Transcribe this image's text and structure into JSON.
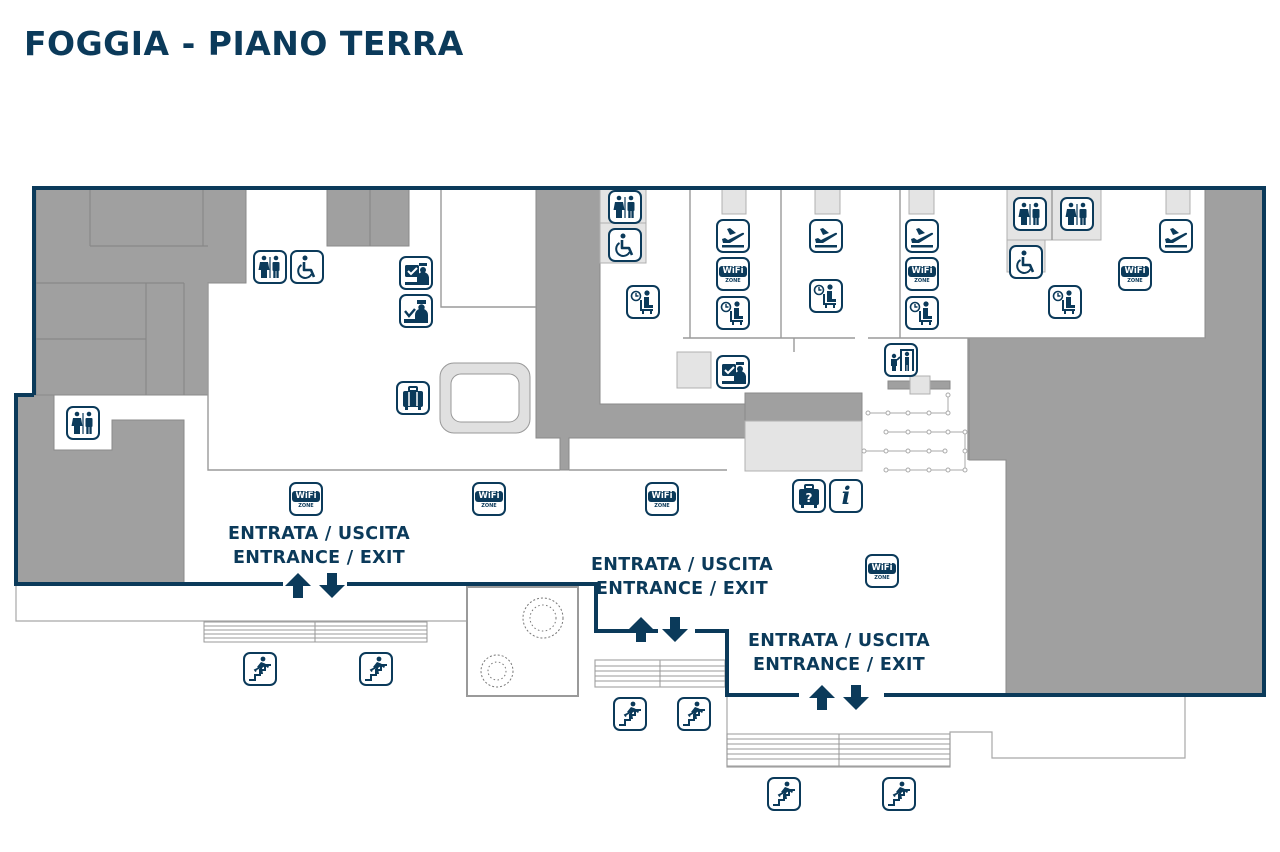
{
  "title": "FOGGIA - PIANO TERRA",
  "colors": {
    "navy": "#0b3a5a",
    "wall": "#a0a0a0",
    "light": "#e4e4e4"
  },
  "labels": {
    "left_it": "ENTRATA / USCITA",
    "left_en": "ENTRANCE / EXIT",
    "mid_it": "ENTRATA / USCITA",
    "mid_en": "ENTRANCE / EXIT",
    "right_it": "ENTRATA / USCITA",
    "right_en": "ENTRANCE / EXIT"
  },
  "wifi": {
    "brand": "WiFi",
    "zone": "ZONE"
  },
  "info": {
    "glyph": "i"
  },
  "icons": [
    "restroom-icon",
    "accessible-restroom-icon",
    "passport-control-icon",
    "border-police-icon",
    "baggage-icon",
    "departure-gate-icon",
    "waiting-area-icon",
    "security-check-icon",
    "wifi-zone-icon",
    "lost-baggage-icon",
    "information-icon",
    "stairs-icon"
  ]
}
